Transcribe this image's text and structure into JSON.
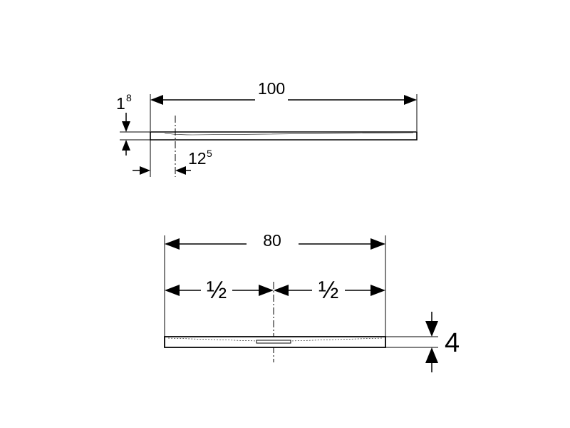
{
  "top_view": {
    "length_label": "100",
    "thickness_label": "1",
    "thickness_label_sup": "8",
    "offset_label": "12",
    "offset_label_sup": "5"
  },
  "side_view": {
    "width_label": "80",
    "half_left_label": "½",
    "half_right_label": "½",
    "height_label": "4"
  },
  "colors": {
    "line": "#000000",
    "background": "#ffffff"
  }
}
